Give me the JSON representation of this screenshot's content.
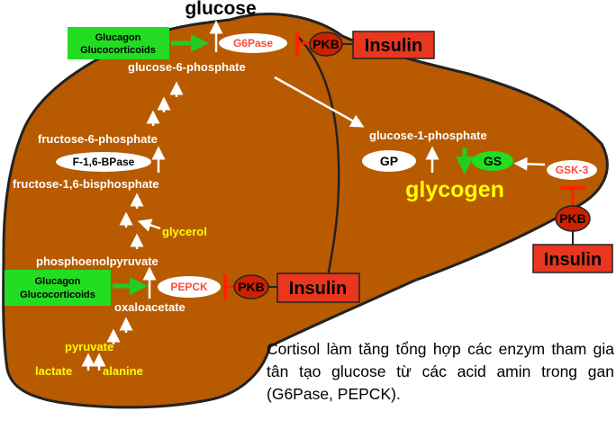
{
  "title": "glucose",
  "metabolites": {
    "g6p": "glucose-6-phosphate",
    "f6p": "fructose-6-phosphate",
    "fbp": "fructose-1,6-bisphosphate",
    "pep": "phosphoenolpyruvate",
    "oaa": "oxaloacetate",
    "g1p": "glucose-1-phosphate",
    "glycerol": "glycerol",
    "pyruvate": "pyruvate",
    "lactate": "lactate",
    "alanine": "alanine",
    "glycogen": "glycogen"
  },
  "enzymes": {
    "g6pase": "G6Pase",
    "fbpase": "F-1,6-BPase",
    "pepck": "PEPCK",
    "gp": "GP",
    "gs": "GS",
    "gsk3": "GSK-3"
  },
  "hormones": {
    "glucagon": "Glucagon",
    "glucocorticoids": "Glucocorticoids",
    "insulin": "Insulin",
    "pkb": "PKB"
  },
  "caption": "Cortisol làm tăng tổng hợp các enzym tham gia tân tạo glucose từ các acid amin trong gan (G6Pase, PEPCK).",
  "colors": {
    "liver": "#b85a00",
    "hormone_box": "#22dd22",
    "insulin_box": "#e8371e",
    "pkb": "#cc2200",
    "glycogen_text": "#ffff00",
    "arrow": "#ffffff"
  }
}
